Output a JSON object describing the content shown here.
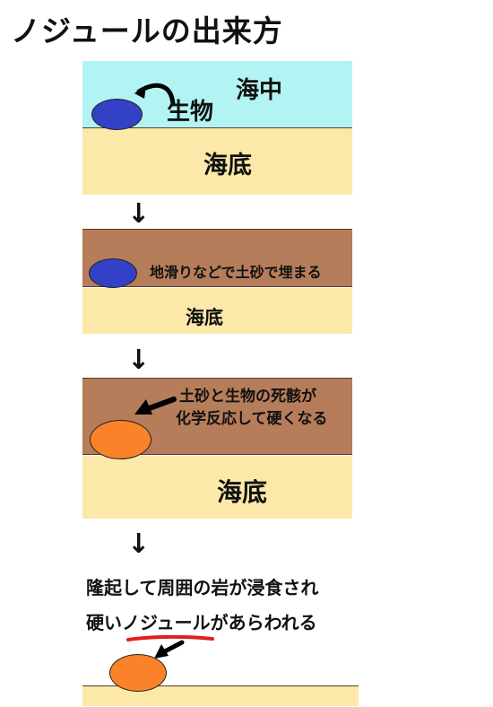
{
  "title": "ノジュールの出来方",
  "stage1": {
    "water_label": "海中",
    "organism_label": "生物",
    "seabed_label": "海底"
  },
  "stage2": {
    "burial_label": "地滑りなどで土砂で埋まる",
    "seabed_label": "海底"
  },
  "stage3": {
    "reaction_line1": "土砂と生物の死骸が",
    "reaction_line2": "化学反応して硬くなる",
    "seabed_label": "海底"
  },
  "stage4": {
    "line1": "隆起して周囲の岩が浸食され",
    "line2_pre": "硬い",
    "line2_highlight": "ノジュール",
    "line2_post": "があらわれる"
  },
  "arrow_glyph": "↓",
  "colors": {
    "water": "#b2f3f3",
    "seabed": "#fce8a8",
    "sediment": "#b67d5a",
    "organism": "#3341c7",
    "nodule": "#fa8228",
    "underline": "#e21f1f"
  }
}
